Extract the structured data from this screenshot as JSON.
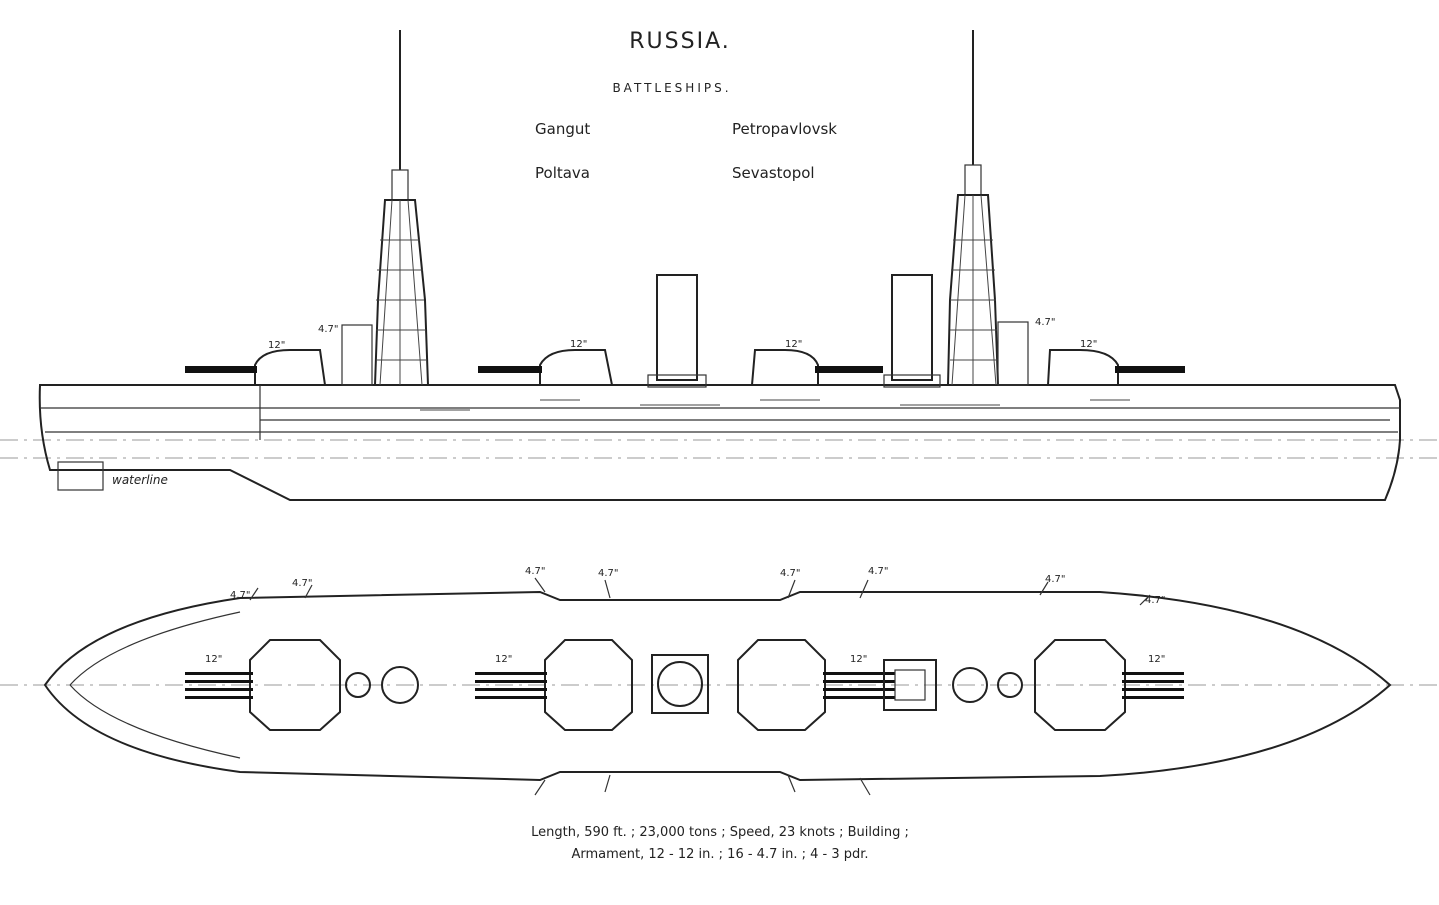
{
  "header": {
    "country": "RUSSIA.",
    "ship_type": "BATTLESHIPS.",
    "ship_names": [
      "Gangut",
      "Petropavlovsk",
      "Poltava",
      "Sevastopol"
    ]
  },
  "profile_view": {
    "gun_labels": [
      "12\"",
      "12\"",
      "12\"",
      "12\"",
      "4.7\"",
      "4.7\""
    ],
    "waterline_note": "waterline"
  },
  "plan_view": {
    "secondary_labels": [
      "4.7\"",
      "4.7\"",
      "4.7\"",
      "4.7\"",
      "4.7\"",
      "4.7\"",
      "4.7\"",
      "4.7\""
    ],
    "turret_labels": [
      "12\"",
      "12\"",
      "12\"",
      "12\""
    ]
  },
  "footer": {
    "specs_line1": "Length, 590 ft. ; 23,000 tons ; Speed, 23 knots ; Building ;",
    "specs_line2": "Armament, 12 - 12 in. ; 16 - 4.7 in. ; 4 - 3 pdr."
  }
}
